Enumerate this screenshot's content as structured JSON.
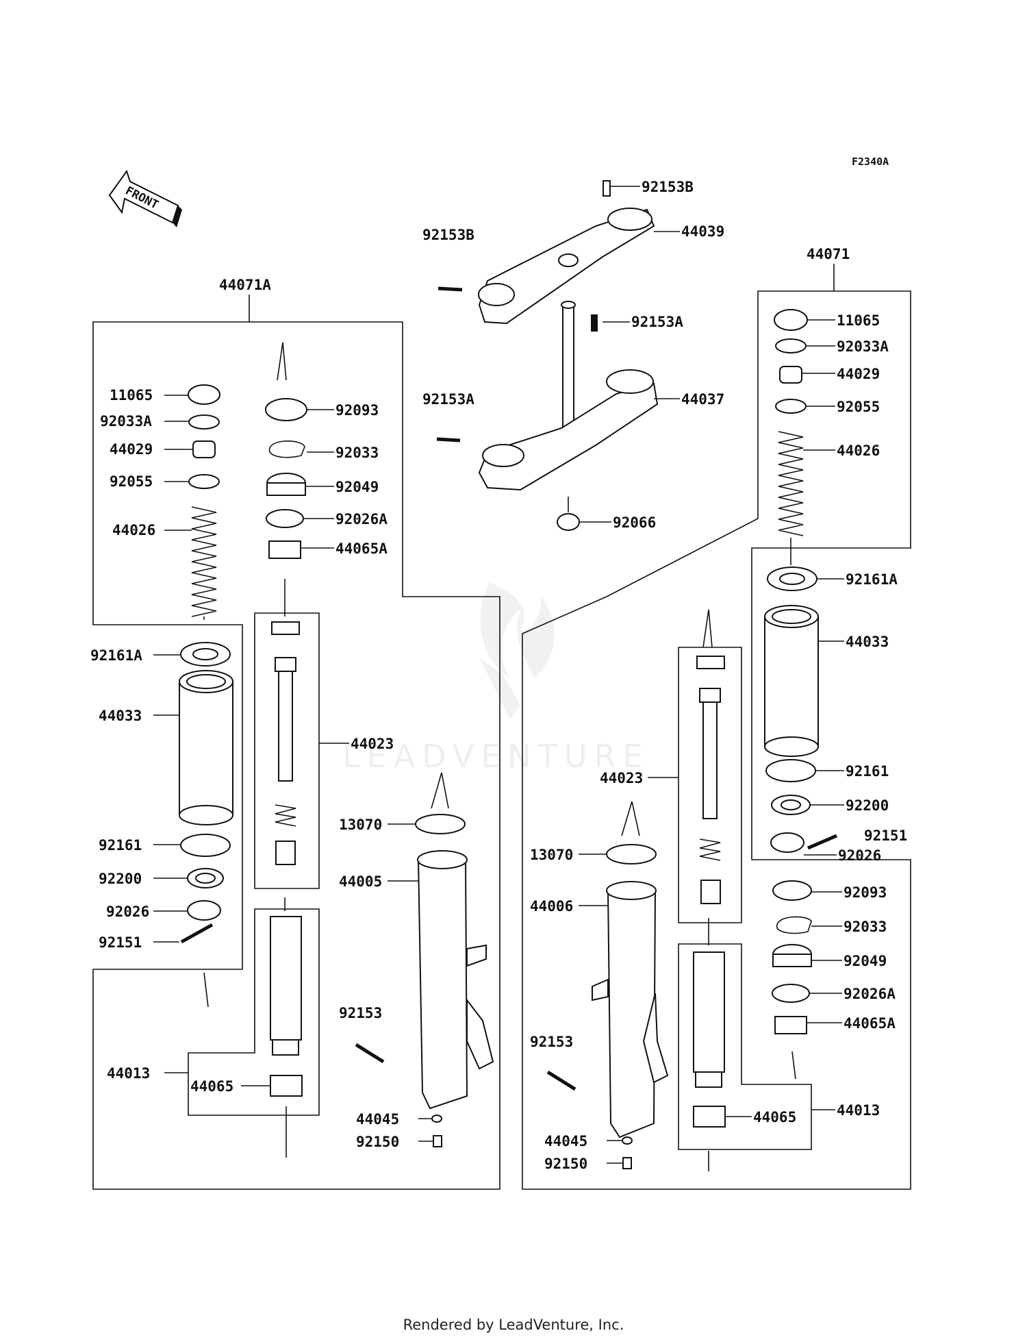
{
  "diagram": {
    "figure_ref": "F2340A",
    "front_label": "FRONT",
    "watermark": "LEADVENTURE",
    "footer": "Rendered by LeadVenture, Inc.",
    "labels": [
      {
        "id": "l1",
        "text": "92153B"
      },
      {
        "id": "l2",
        "text": "44039"
      },
      {
        "id": "l3",
        "text": "92153B"
      },
      {
        "id": "l4",
        "text": "92153A"
      },
      {
        "id": "l5",
        "text": "92153A"
      },
      {
        "id": "l6",
        "text": "44037"
      },
      {
        "id": "l7",
        "text": "92066"
      },
      {
        "id": "l8",
        "text": "44071A"
      },
      {
        "id": "l9",
        "text": "44071"
      },
      {
        "id": "l10",
        "text": "11065"
      },
      {
        "id": "l11",
        "text": "92033A"
      },
      {
        "id": "l12",
        "text": "44029"
      },
      {
        "id": "l13",
        "text": "92055"
      },
      {
        "id": "l14",
        "text": "44026"
      },
      {
        "id": "l15",
        "text": "92093"
      },
      {
        "id": "l16",
        "text": "92033"
      },
      {
        "id": "l17",
        "text": "92049"
      },
      {
        "id": "l18",
        "text": "92026A"
      },
      {
        "id": "l19",
        "text": "44065A"
      },
      {
        "id": "l20",
        "text": "92161A"
      },
      {
        "id": "l21",
        "text": "44033"
      },
      {
        "id": "l22",
        "text": "44023"
      },
      {
        "id": "l23",
        "text": "13070"
      },
      {
        "id": "l24",
        "text": "44005"
      },
      {
        "id": "l25",
        "text": "92161"
      },
      {
        "id": "l26",
        "text": "92200"
      },
      {
        "id": "l27",
        "text": "92026"
      },
      {
        "id": "l28",
        "text": "92151"
      },
      {
        "id": "l29",
        "text": "92153"
      },
      {
        "id": "l30",
        "text": "44013"
      },
      {
        "id": "l31",
        "text": "44065"
      },
      {
        "id": "l32",
        "text": "44045"
      },
      {
        "id": "l33",
        "text": "92150"
      },
      {
        "id": "l34",
        "text": "11065"
      },
      {
        "id": "l35",
        "text": "92033A"
      },
      {
        "id": "l36",
        "text": "44029"
      },
      {
        "id": "l37",
        "text": "92055"
      },
      {
        "id": "l38",
        "text": "44026"
      },
      {
        "id": "l39",
        "text": "92161A"
      },
      {
        "id": "l40",
        "text": "44033"
      },
      {
        "id": "l41",
        "text": "92161"
      },
      {
        "id": "l42",
        "text": "92200"
      },
      {
        "id": "l43",
        "text": "92151"
      },
      {
        "id": "l44",
        "text": "92026"
      },
      {
        "id": "l45",
        "text": "92093"
      },
      {
        "id": "l46",
        "text": "92033"
      },
      {
        "id": "l47",
        "text": "92049"
      },
      {
        "id": "l48",
        "text": "92026A"
      },
      {
        "id": "l49",
        "text": "44065A"
      },
      {
        "id": "l50",
        "text": "44023"
      },
      {
        "id": "l51",
        "text": "13070"
      },
      {
        "id": "l52",
        "text": "44006"
      },
      {
        "id": "l53",
        "text": "92153"
      },
      {
        "id": "l54",
        "text": "44013"
      },
      {
        "id": "l55",
        "text": "44065"
      },
      {
        "id": "l56",
        "text": "44045"
      },
      {
        "id": "l57",
        "text": "92150"
      }
    ]
  }
}
